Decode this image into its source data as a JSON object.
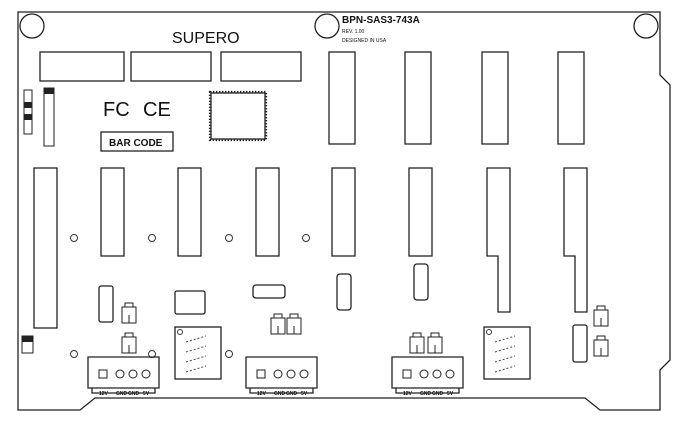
{
  "board": {
    "model": "BPN-SAS3-743A",
    "rev": "REV. 1.00",
    "origin": "DESIGNED IN USA",
    "brand": "SUPERO",
    "certifications": [
      "FC",
      "CE"
    ],
    "barcode_label": "BAR CODE"
  },
  "power_connectors": [
    {
      "pins": [
        "12V",
        "GND",
        "GND",
        "5V"
      ]
    },
    {
      "pins": [
        "12V",
        "GND",
        "GND",
        "5V"
      ]
    },
    {
      "pins": [
        "12V",
        "GND",
        "GND",
        "5V"
      ]
    }
  ]
}
